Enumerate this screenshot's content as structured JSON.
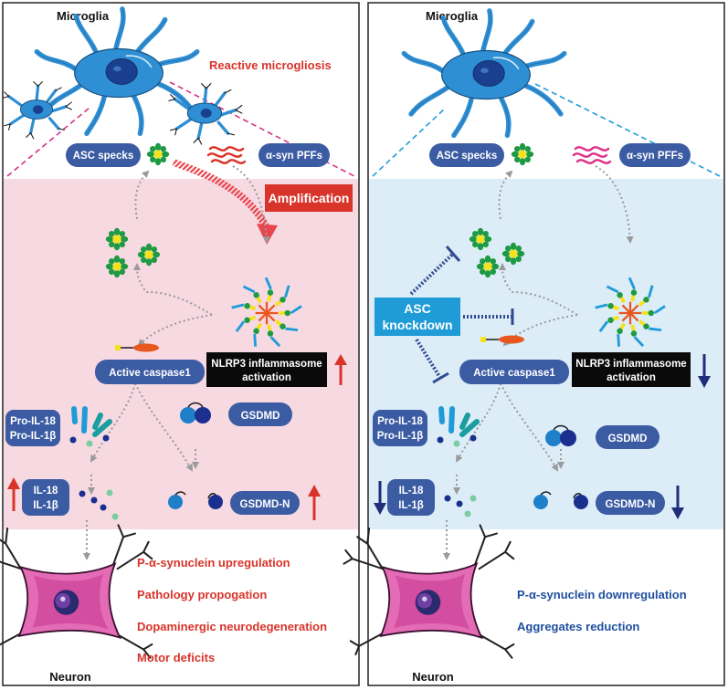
{
  "colors": {
    "left_bg": "#f7d9e2",
    "right_bg": "#dcedf8",
    "pill": "#3b5ba3",
    "red": "#d8342a",
    "navy": "#1f2d7a",
    "knockdown": "#1f9bd7",
    "microglia": "#2f8fd4",
    "neuron": "#d94fa4",
    "speck_petal": "#1e9a44",
    "speck_core": "#f4e21c"
  },
  "left": {
    "top_label": "Microglia",
    "reactive_label": "Reactive microgliosis",
    "asc_specks": "ASC specks",
    "syn_pffs": "α-syn PFFs",
    "amplification": "Amplification",
    "nlrp3_line1": "NLRP3 inflammasome",
    "nlrp3_line2": "activation",
    "caspase": "Active caspase1",
    "pro_il18": "Pro-IL-18",
    "pro_il1b": "Pro-IL-1β",
    "gsdmd": "GSDMD",
    "il18": "IL-18",
    "il1b": "IL-1β",
    "gsdmd_n": "GSDMD-N",
    "outcomes": [
      "P-α-synuclein upregulation",
      "Pathology propogation",
      "Dopaminergic neurodegeneration",
      "Motor deficits"
    ],
    "bottom_label": "Neuron"
  },
  "right": {
    "top_label": "Microglia",
    "asc_specks": "ASC specks",
    "syn_pffs": "α-syn PFFs",
    "knockdown_line1": "ASC",
    "knockdown_line2": "knockdown",
    "nlrp3_line1": "NLRP3 inflammasome",
    "nlrp3_line2": "activation",
    "caspase": "Active caspase1",
    "pro_il18": "Pro-IL-18",
    "pro_il1b": "Pro-IL-1β",
    "gsdmd": "GSDMD",
    "il18": "IL-18",
    "il1b": "IL-1β",
    "gsdmd_n": "GSDMD-N",
    "outcomes": [
      "P-α-synuclein downregulation",
      "Aggregates reduction"
    ],
    "bottom_label": "Neuron"
  }
}
